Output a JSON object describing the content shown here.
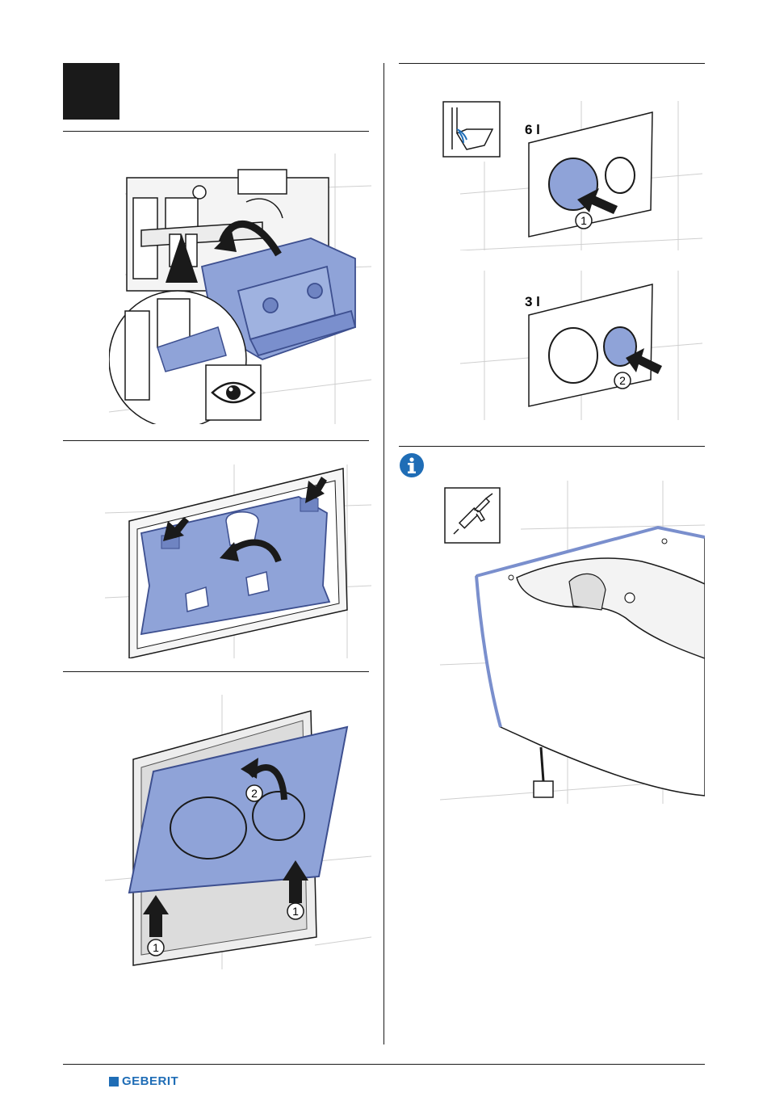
{
  "flush": {
    "full_label": "6 l",
    "part_label": "3 l",
    "step1": "1",
    "step2": "2"
  },
  "cover_plate_steps": {
    "step1": "1",
    "step2": "2"
  },
  "footer": {
    "brand": "GEBERIT"
  },
  "colors": {
    "part_blue": "#8fa3d8",
    "part_blue_dark": "#3d4f8f",
    "brand_blue": "#1f6db6",
    "ink": "#1a1a1a"
  }
}
